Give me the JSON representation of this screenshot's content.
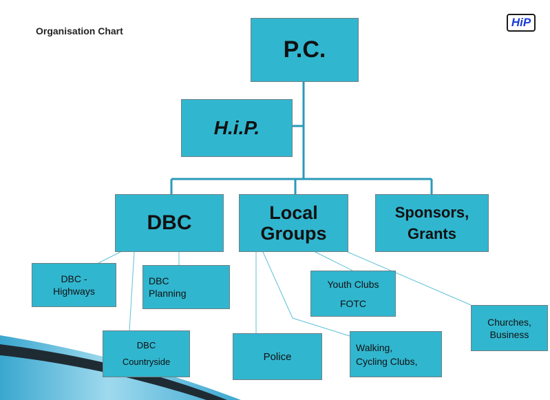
{
  "title": "Organisation Chart",
  "logo": "HiP",
  "colors": {
    "box_fill": "#31b6cf",
    "connector": "#2a9ab8",
    "wire": "#5cc0d6",
    "swoosh_dark": "#1f2b33",
    "swoosh_light": "#3aa7cf"
  },
  "nodes": {
    "pc": "P.C.",
    "hip": "H.i.P.",
    "dbc": "DBC",
    "local_groups": [
      "Local",
      "Groups"
    ],
    "sponsors": [
      "Sponsors,",
      "Grants"
    ],
    "dbc_highways": [
      "DBC -",
      "Highways"
    ],
    "dbc_planning": [
      "DBC",
      "Planning"
    ],
    "dbc_countryside": [
      "DBC",
      "Countryside"
    ],
    "youth_clubs": [
      "Youth Clubs",
      "FOTC"
    ],
    "police": "Police",
    "walking": [
      "Walking,",
      "Cycling Clubs,"
    ],
    "churches": [
      "Churches,",
      "Business"
    ]
  }
}
